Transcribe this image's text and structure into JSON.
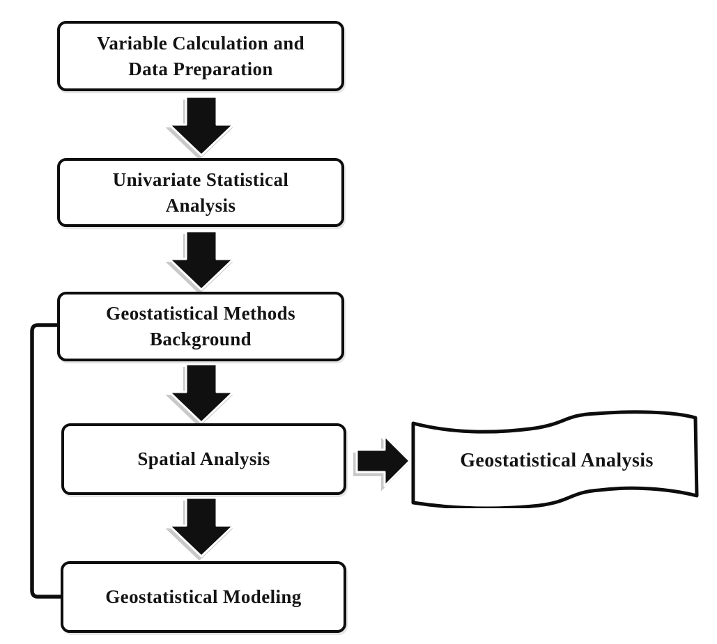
{
  "figure": {
    "type": "flowchart",
    "background_color": "#ffffff",
    "shape_fill_color": "#ffffff",
    "shape_stroke_color": "#0d0d0d",
    "arrow_fill_color": "#101010",
    "arrow_shadow_color": "#c9c9c9",
    "text_color": "#141414",
    "boxes": [
      {
        "id": "variable-calculation",
        "shape": "rounded-rect",
        "line1": "Variable Calculation and",
        "line2": "Data Preparation"
      },
      {
        "id": "univariate-statistical",
        "shape": "rounded-rect",
        "line1": "Univariate Statistical",
        "line2": "Analysis"
      },
      {
        "id": "geostatistical-methods",
        "shape": "rounded-rect",
        "line1": "Geostatistical Methods",
        "line2": "Background"
      },
      {
        "id": "spatial-analysis",
        "shape": "rounded-rect",
        "line1": "Spatial Analysis",
        "line2": ""
      },
      {
        "id": "geostatistical-modeling",
        "shape": "rounded-rect",
        "line1": "Geostatistical Modeling",
        "line2": ""
      }
    ],
    "banner": {
      "id": "geostatistical-analysis",
      "shape": "wave",
      "label": "Geostatistical Analysis"
    },
    "connectors": [
      {
        "type": "block-arrow-down",
        "from": "variable-calculation",
        "to": "univariate-statistical"
      },
      {
        "type": "block-arrow-down",
        "from": "univariate-statistical",
        "to": "geostatistical-methods"
      },
      {
        "type": "block-arrow-down",
        "from": "geostatistical-methods",
        "to": "spatial-analysis"
      },
      {
        "type": "block-arrow-down",
        "from": "spatial-analysis",
        "to": "geostatistical-modeling"
      },
      {
        "type": "block-arrow-right",
        "from": "spatial-analysis",
        "to": "geostatistical-analysis"
      },
      {
        "type": "elbow-line-left-side",
        "from": "geostatistical-methods",
        "to": "geostatistical-modeling"
      }
    ]
  }
}
